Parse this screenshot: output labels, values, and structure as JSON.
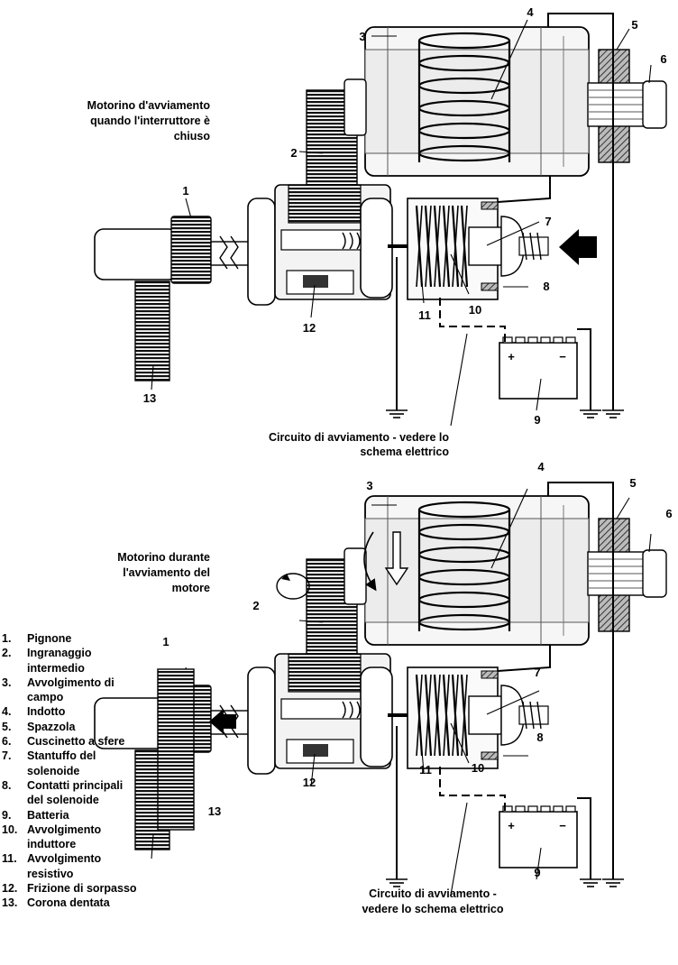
{
  "top": {
    "caption": [
      "Motorino d'avviamento",
      "quando l'interruttore è",
      "chiuso"
    ],
    "circuit_note": [
      "Circuito di avviamento - vedere lo",
      "schema elettrico"
    ],
    "callouts": {
      "c1": "1",
      "c2": "2",
      "c3": "3",
      "c4": "4",
      "c5": "5",
      "c6": "6",
      "c7": "7",
      "c8": "8",
      "c9": "9",
      "c10": "10",
      "c11": "11",
      "c12": "12",
      "c13": "13"
    }
  },
  "bottom": {
    "caption": [
      "Motorino durante",
      "l'avviamento del",
      "motore"
    ],
    "circuit_note": [
      "Circuito di avviamento -",
      "vedere lo schema elettrico"
    ],
    "callouts": {
      "c1": "1",
      "c2": "2",
      "c3": "3",
      "c4": "4",
      "c5": "5",
      "c6": "6",
      "c7": "7",
      "c8": "8",
      "c9": "9",
      "c10": "10",
      "c11": "11",
      "c12": "12",
      "c13": "13"
    }
  },
  "battery": {
    "plus": "+",
    "minus": "−"
  },
  "legend": [
    {
      "n": "1.",
      "text": "Pignone"
    },
    {
      "n": "2.",
      "text": "Ingranaggio intermedio"
    },
    {
      "n": "3.",
      "text": "Avvolgimento di campo"
    },
    {
      "n": "4.",
      "text": "Indotto"
    },
    {
      "n": "5.",
      "text": "Spazzola"
    },
    {
      "n": "6.",
      "text": "Cuscinetto a sfere"
    },
    {
      "n": "7.",
      "text": "Stantuffo del solenoide"
    },
    {
      "n": "8.",
      "text": "Contatti principali del solenoide"
    },
    {
      "n": "9.",
      "text": "Batteria"
    },
    {
      "n": "10.",
      "text": "Avvolgimento induttore"
    },
    {
      "n": "11.",
      "text": "Avvolgimento resistivo"
    },
    {
      "n": "12.",
      "text": "Frizione di sorpasso"
    },
    {
      "n": "13.",
      "text": "Corona dentata"
    }
  ]
}
